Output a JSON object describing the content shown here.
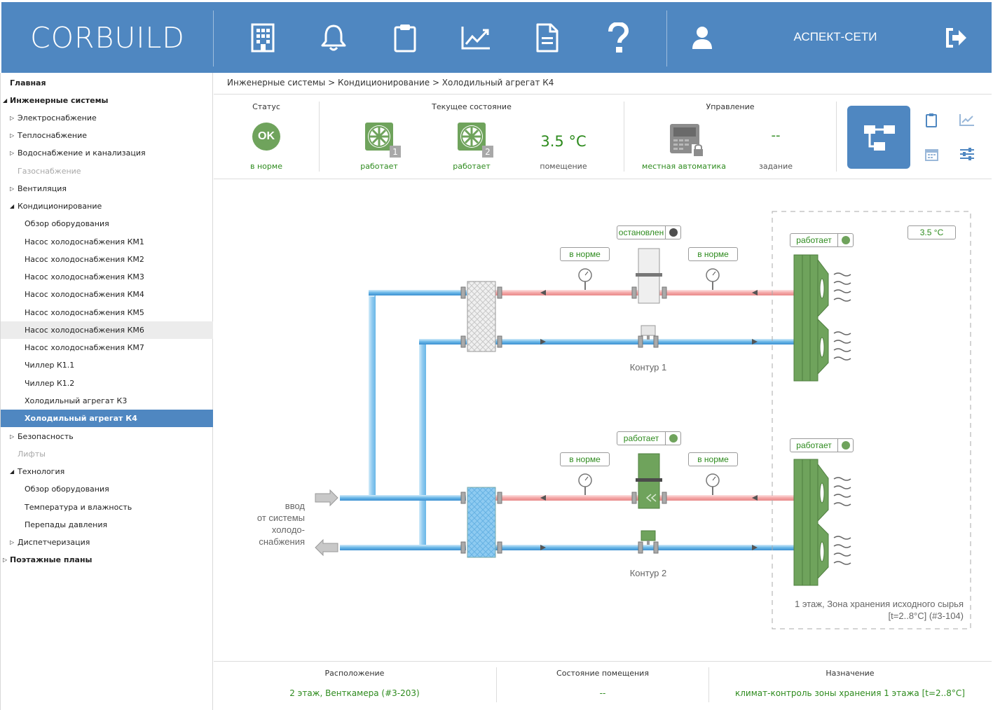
{
  "app": {
    "logo": "CORBUILD",
    "user_name": "АСПЕКТ-СЕТИ",
    "toolbar_icons": [
      "building-icon",
      "bell-icon",
      "clipboard-icon",
      "chart-icon",
      "document-icon",
      "help-icon"
    ],
    "brand_color": "#4f87c1"
  },
  "sidebar": {
    "items": [
      {
        "label": "Главная"
      },
      {
        "label": "Инженерные системы"
      },
      {
        "label": "Электроснабжение"
      },
      {
        "label": "Теплоснабжение"
      },
      {
        "label": "Водоснабжение и канализация"
      },
      {
        "label": "Газоснабжение"
      },
      {
        "label": "Вентиляция"
      },
      {
        "label": "Кондиционирование"
      },
      {
        "label": "Обзор оборудования"
      },
      {
        "label": "Насос холодоснабжения КМ1"
      },
      {
        "label": "Насос холодоснабжения КМ2"
      },
      {
        "label": "Насос холодоснабжения КМ3"
      },
      {
        "label": "Насос холодоснабжения КМ4"
      },
      {
        "label": "Насос холодоснабжения КМ5"
      },
      {
        "label": "Насос холодоснабжения КМ6"
      },
      {
        "label": "Насос холодоснабжения КМ7"
      },
      {
        "label": "Чиллер К1.1"
      },
      {
        "label": "Чиллер К1.2"
      },
      {
        "label": "Холодильный агрегат К3"
      },
      {
        "label": "Холодильный агрегат К4"
      },
      {
        "label": "Безопасность"
      },
      {
        "label": "Лифты"
      },
      {
        "label": "Технология"
      },
      {
        "label": "Обзор оборудования"
      },
      {
        "label": "Температура и влажность"
      },
      {
        "label": "Перепады давления"
      },
      {
        "label": "Диспетчеризация"
      },
      {
        "label": "Поэтажные планы"
      }
    ]
  },
  "breadcrumb": "Инженерные системы > Кондиционирование > Холодильный агрегат К4",
  "status_panel": {
    "status_caption": "Статус",
    "status_badge": "OK",
    "status_value": "в норме",
    "current_caption": "Текущее состояние",
    "unit1_number": "1",
    "unit1_state": "работает",
    "unit2_number": "2",
    "unit2_state": "работает",
    "room_temp": "3.5 °C",
    "room_label": "помещение",
    "control_caption": "Управление",
    "control_mode": "местная автоматика",
    "setpoint_value": "--",
    "setpoint_label": "задание"
  },
  "scheme": {
    "loop1": {
      "pump_state": "остановлен",
      "pump_color": "#4d4d4d",
      "pressure_left": "в норме",
      "pressure_right": "в норме",
      "name": "Контур 1",
      "cooler_state": "работает"
    },
    "loop2": {
      "pump_state": "работает",
      "pump_color": "#6fa35c",
      "pressure_left": "в норме",
      "pressure_right": "в норме",
      "name": "Контур 2",
      "cooler_state": "работает"
    },
    "zone_temp": "3.5 °C",
    "inlet_label_1": "ввод",
    "inlet_label_2": "от системы",
    "inlet_label_3": "холодо-",
    "inlet_label_4": "снабжения",
    "zone_label_1": "1 этаж, Зона хранения исходного сырья",
    "zone_label_2": "[t=2..8°C] (#3-104)",
    "running_color": "#6fa35c"
  },
  "footer": {
    "location_caption": "Расположение",
    "location_value": "2 этаж, Венткамера (#3-203)",
    "room_state_caption": "Состояние помещения",
    "room_state_value": "--",
    "purpose_caption": "Назначение",
    "purpose_value": "климат-контроль зоны хранения 1 этажа [t=2..8°C]"
  }
}
